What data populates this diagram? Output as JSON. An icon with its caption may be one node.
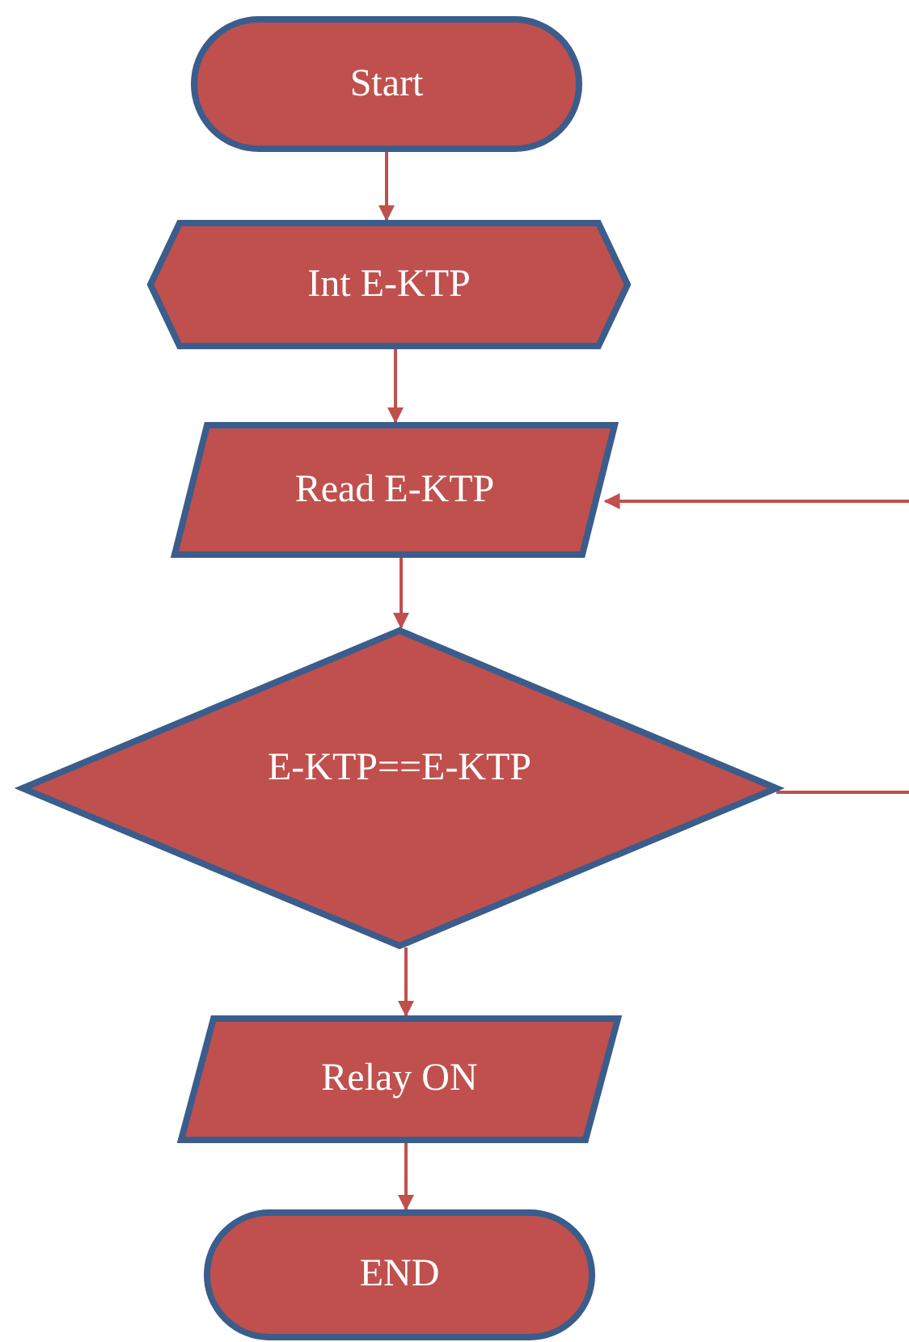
{
  "diagram": {
    "nodes": [
      {
        "text": [
          "Start"
        ]
      },
      {
        "text": [
          "Int E-KTP"
        ]
      },
      {
        "text": [
          "Read E-KTP"
        ]
      },
      {
        "text": [
          "E-KTP==E-KTP"
        ]
      },
      {
        "text": [
          "Relay ON"
        ]
      },
      {
        "text": [
          "END"
        ]
      }
    ],
    "edges": [
      {
        "from": 0,
        "to": 1,
        "arrow": "to"
      },
      {
        "from": 1,
        "to": 2,
        "arrow": "to"
      },
      {
        "from": 2,
        "to": 3,
        "arrow": "to"
      },
      {
        "from": 3,
        "to": 4,
        "arrow": "to"
      },
      {
        "from": 4,
        "to": 5,
        "arrow": "to"
      },
      {
        "from": 3,
        "to": null,
        "arrow": "none"
      },
      {
        "from": null,
        "to": 2,
        "arrow": "to"
      }
    ]
  }
}
